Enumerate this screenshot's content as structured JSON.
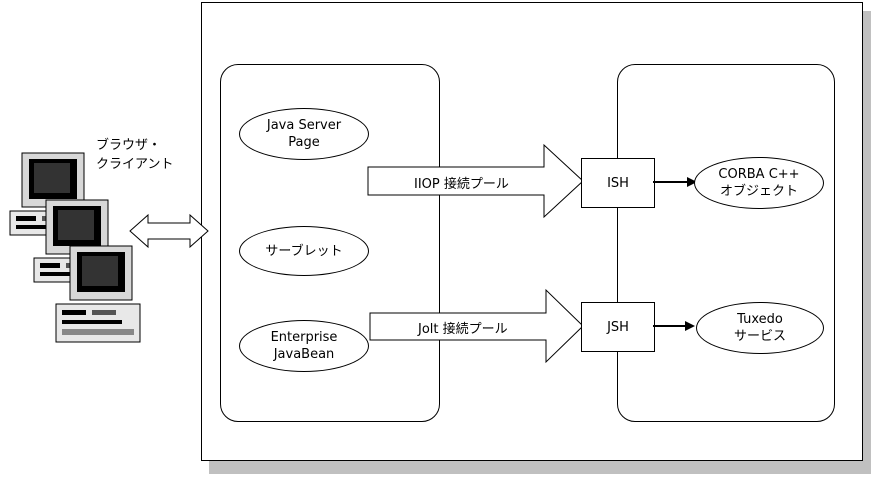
{
  "client": {
    "line1": "ブラウザ・",
    "line2": "クライアント"
  },
  "app_server": {
    "jsp": {
      "line1": "Java Server",
      "line2": "Page"
    },
    "servlet": "サーブレット",
    "ejb": {
      "line1": "Enterprise",
      "line2": "JavaBean"
    }
  },
  "pools": {
    "iiop": "IIOP 接続プール",
    "jolt": "Jolt 接続プール"
  },
  "handlers": {
    "ish": "ISH",
    "jsh": "JSH"
  },
  "services": {
    "corba": {
      "line1": "CORBA C++",
      "line2": "オブジェクト"
    },
    "tuxedo": {
      "line1": "Tuxedo",
      "line2": "サービス"
    }
  }
}
